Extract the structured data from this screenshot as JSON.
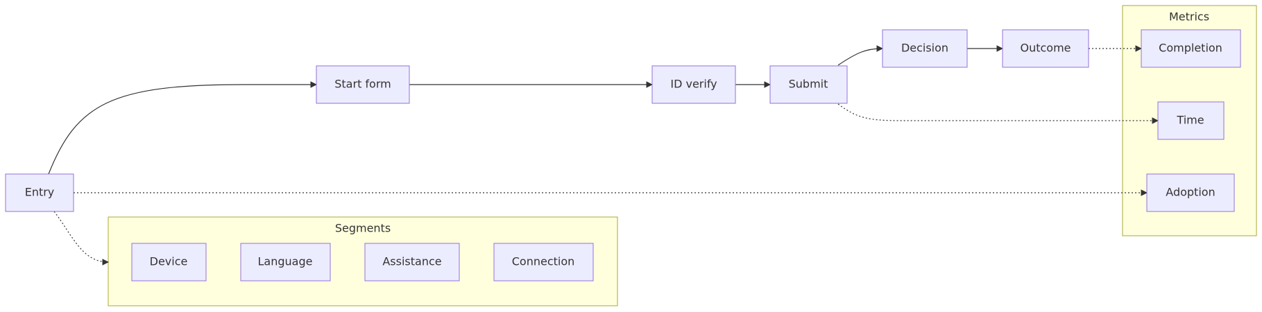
{
  "diagram": {
    "type": "flowchart",
    "clusters": {
      "segments": {
        "label": "Segments"
      },
      "metrics": {
        "label": "Metrics"
      }
    },
    "nodes": {
      "entry": {
        "label": "Entry"
      },
      "start_form": {
        "label": "Start form"
      },
      "id_verify": {
        "label": "ID verify"
      },
      "submit": {
        "label": "Submit"
      },
      "decision": {
        "label": "Decision"
      },
      "outcome": {
        "label": "Outcome"
      },
      "completion": {
        "label": "Completion"
      },
      "time": {
        "label": "Time"
      },
      "adoption": {
        "label": "Adoption"
      },
      "device": {
        "label": "Device"
      },
      "language": {
        "label": "Language"
      },
      "assistance": {
        "label": "Assistance"
      },
      "connection": {
        "label": "Connection"
      }
    },
    "edges": [
      {
        "from": "entry",
        "to": "start_form",
        "style": "solid"
      },
      {
        "from": "start_form",
        "to": "id_verify",
        "style": "solid"
      },
      {
        "from": "id_verify",
        "to": "submit",
        "style": "solid"
      },
      {
        "from": "submit",
        "to": "decision",
        "style": "solid"
      },
      {
        "from": "decision",
        "to": "outcome",
        "style": "solid"
      },
      {
        "from": "outcome",
        "to": "completion",
        "style": "dotted"
      },
      {
        "from": "submit",
        "to": "time",
        "style": "dotted"
      },
      {
        "from": "entry",
        "to": "adoption",
        "style": "dotted"
      },
      {
        "from": "entry",
        "to": "segments",
        "style": "dotted"
      }
    ],
    "colors": {
      "node_fill": "#ececff",
      "node_stroke": "#9370db",
      "cluster_fill": "#ffffde",
      "cluster_stroke": "#aaaa33",
      "edge": "#333333",
      "text": "#333333"
    }
  }
}
